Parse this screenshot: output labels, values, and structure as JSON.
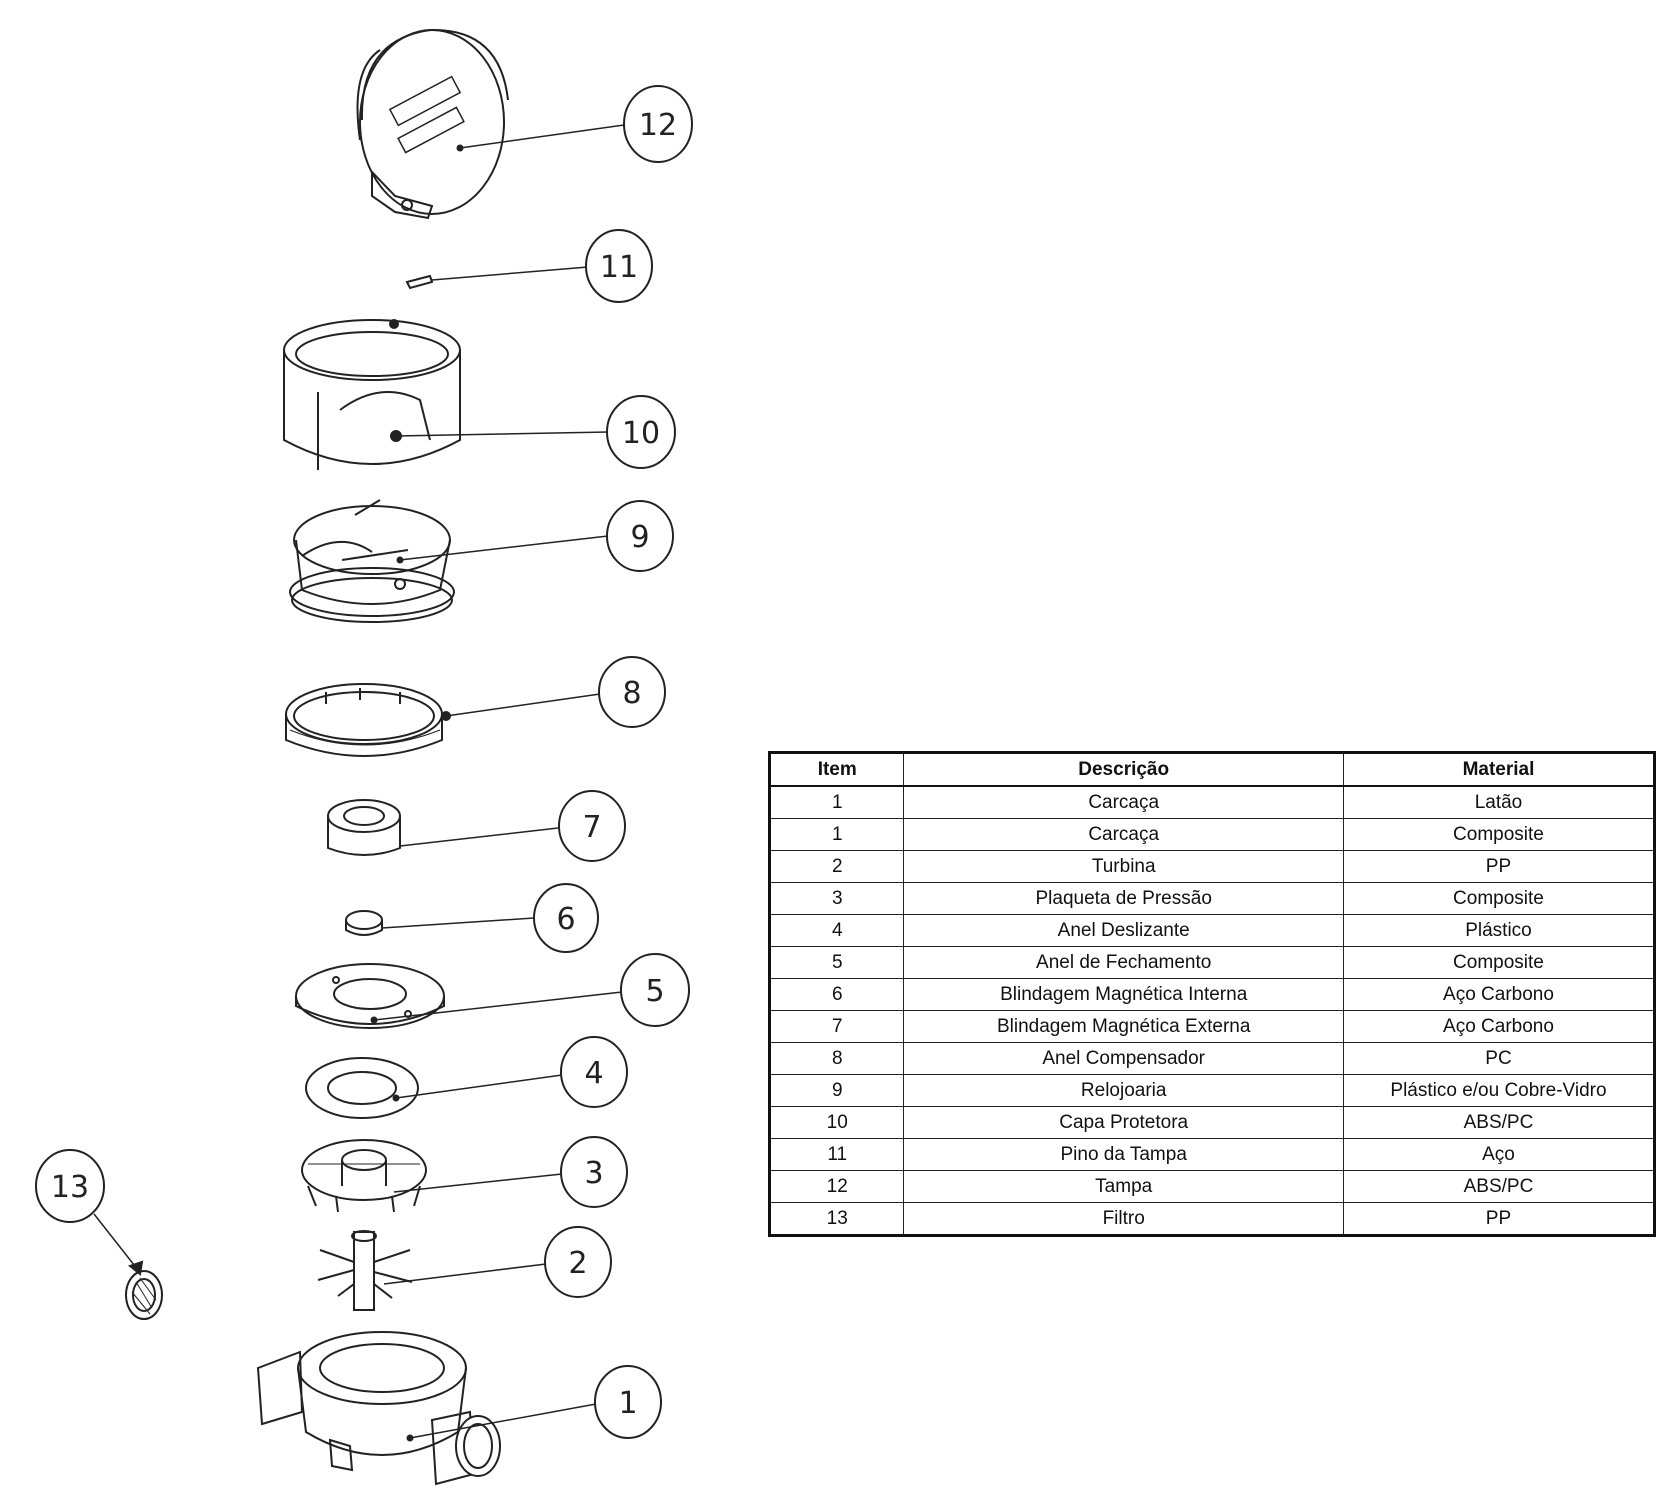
{
  "parts_table": {
    "headers": {
      "item": "Item",
      "description": "Descrição",
      "material": "Material"
    },
    "rows": [
      {
        "item": "1",
        "description": "Carcaça",
        "material": "Latão"
      },
      {
        "item": "1",
        "description": "Carcaça",
        "material": "Composite"
      },
      {
        "item": "2",
        "description": "Turbina",
        "material": "PP"
      },
      {
        "item": "3",
        "description": "Plaqueta de Pressão",
        "material": "Composite"
      },
      {
        "item": "4",
        "description": "Anel Deslizante",
        "material": "Plástico"
      },
      {
        "item": "5",
        "description": "Anel de Fechamento",
        "material": "Composite"
      },
      {
        "item": "6",
        "description": "Blindagem Magnética Interna",
        "material": "Aço Carbono"
      },
      {
        "item": "7",
        "description": "Blindagem Magnética Externa",
        "material": "Aço Carbono"
      },
      {
        "item": "8",
        "description": "Anel Compensador",
        "material": "PC"
      },
      {
        "item": "9",
        "description": "Relojoaria",
        "material": "Plástico e/ou Cobre-Vidro"
      },
      {
        "item": "10",
        "description": "Capa Protetora",
        "material": "ABS/PC"
      },
      {
        "item": "11",
        "description": "Pino da Tampa",
        "material": "Aço"
      },
      {
        "item": "12",
        "description": "Tampa",
        "material": "ABS/PC"
      },
      {
        "item": "13",
        "description": "Filtro",
        "material": "PP"
      }
    ]
  },
  "callouts": [
    "12",
    "11",
    "10",
    "9",
    "8",
    "7",
    "6",
    "5",
    "4",
    "3",
    "2",
    "1",
    "13"
  ]
}
